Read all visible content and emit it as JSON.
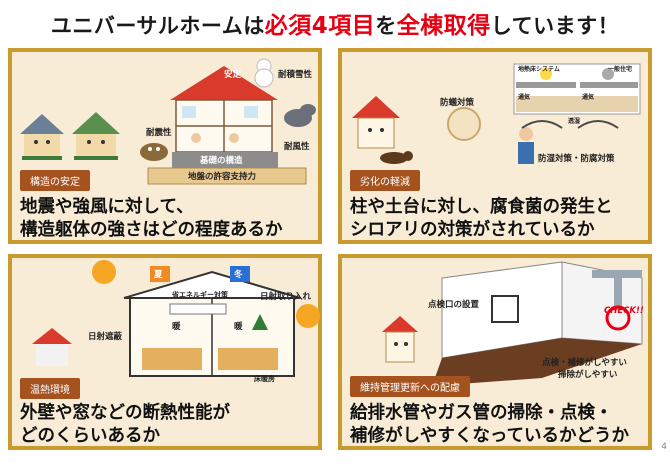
{
  "title": {
    "part1": "ユニバーサルホームは",
    "part2": "必須4項目",
    "part3": "を",
    "part4": "全棟取得",
    "part5": "しています！"
  },
  "panels": [
    {
      "badge": "構造の安定",
      "caption_line1": "地震や強風に対して、",
      "caption_line2": "構造躯体の強さはどの程度あるか",
      "labels": {
        "anzen": "安定",
        "taisekisetsu": "耐積雪性",
        "taishin": "耐震性",
        "taifu": "耐風性",
        "kiso": "基礎の構造",
        "jiban": "地盤の許容支持力"
      }
    },
    {
      "badge": "劣化の軽減",
      "caption_line1": "柱や土台に対し、腐食菌の発生と",
      "caption_line2": "シロアリの対策がされているか",
      "labels": {
        "boui": "防蟻対策",
        "system": "地熱床システム",
        "ippan": "一般住宅",
        "tsuki1": "通気",
        "tsuki2": "通気",
        "dansui": "透湿",
        "boshitsu": "防湿対策・防腐対策"
      }
    },
    {
      "badge": "温熱環境",
      "caption_line1": "外壁や窓などの断熱性能が",
      "caption_line2": "どのくらいあるか",
      "labels": {
        "natsu": "夏",
        "fuyu": "冬",
        "eco": "省エネルギー対策",
        "nisshairi": "日射取り入れ",
        "nisshasaegi": "日射遮蔽",
        "dan1": "暖",
        "dan2": "暖",
        "kodanbou": "床暖房"
      }
    },
    {
      "badge": "維持管理更新への配慮",
      "caption_line1": "給排水管やガス管の掃除・点検・",
      "caption_line2": "補修がしやすくなっているかどうか",
      "labels": {
        "tenken": "点検口の設置",
        "check": "CHECK!!",
        "easy1": "点検・補修がしやすい",
        "easy2": "掃除がしやすい"
      }
    }
  ],
  "page_number": "4"
}
